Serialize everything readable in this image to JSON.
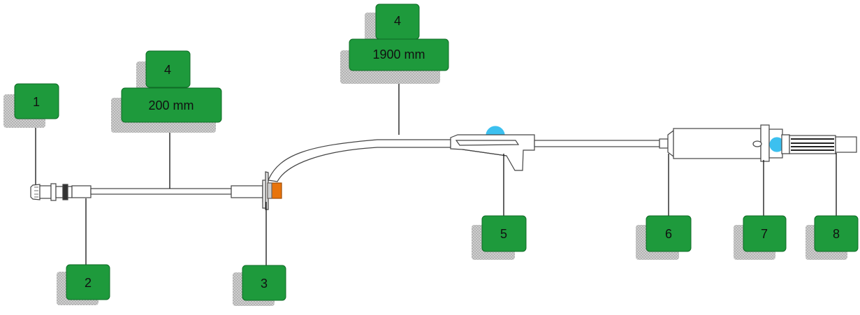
{
  "callouts": [
    {
      "id": "c1",
      "label": "1"
    },
    {
      "id": "c2",
      "label": "2"
    },
    {
      "id": "c3",
      "label": "3"
    },
    {
      "id": "c4a",
      "label": "4",
      "sublabel": "200 mm"
    },
    {
      "id": "c4b",
      "label": "4",
      "sublabel": "1900 mm"
    },
    {
      "id": "c5",
      "label": "5"
    },
    {
      "id": "c6",
      "label": "6"
    },
    {
      "id": "c7",
      "label": "7"
    },
    {
      "id": "c8",
      "label": "8"
    }
  ],
  "colors": {
    "box_fill": "#1e9a3c",
    "box_stroke": "#0f6b26",
    "shadow": "#b0b0b0",
    "accent_orange": "#e8740c",
    "accent_blue": "#3cc0ef",
    "line": "#111111",
    "device_stroke": "#444444",
    "device_fill": "#ffffff"
  }
}
